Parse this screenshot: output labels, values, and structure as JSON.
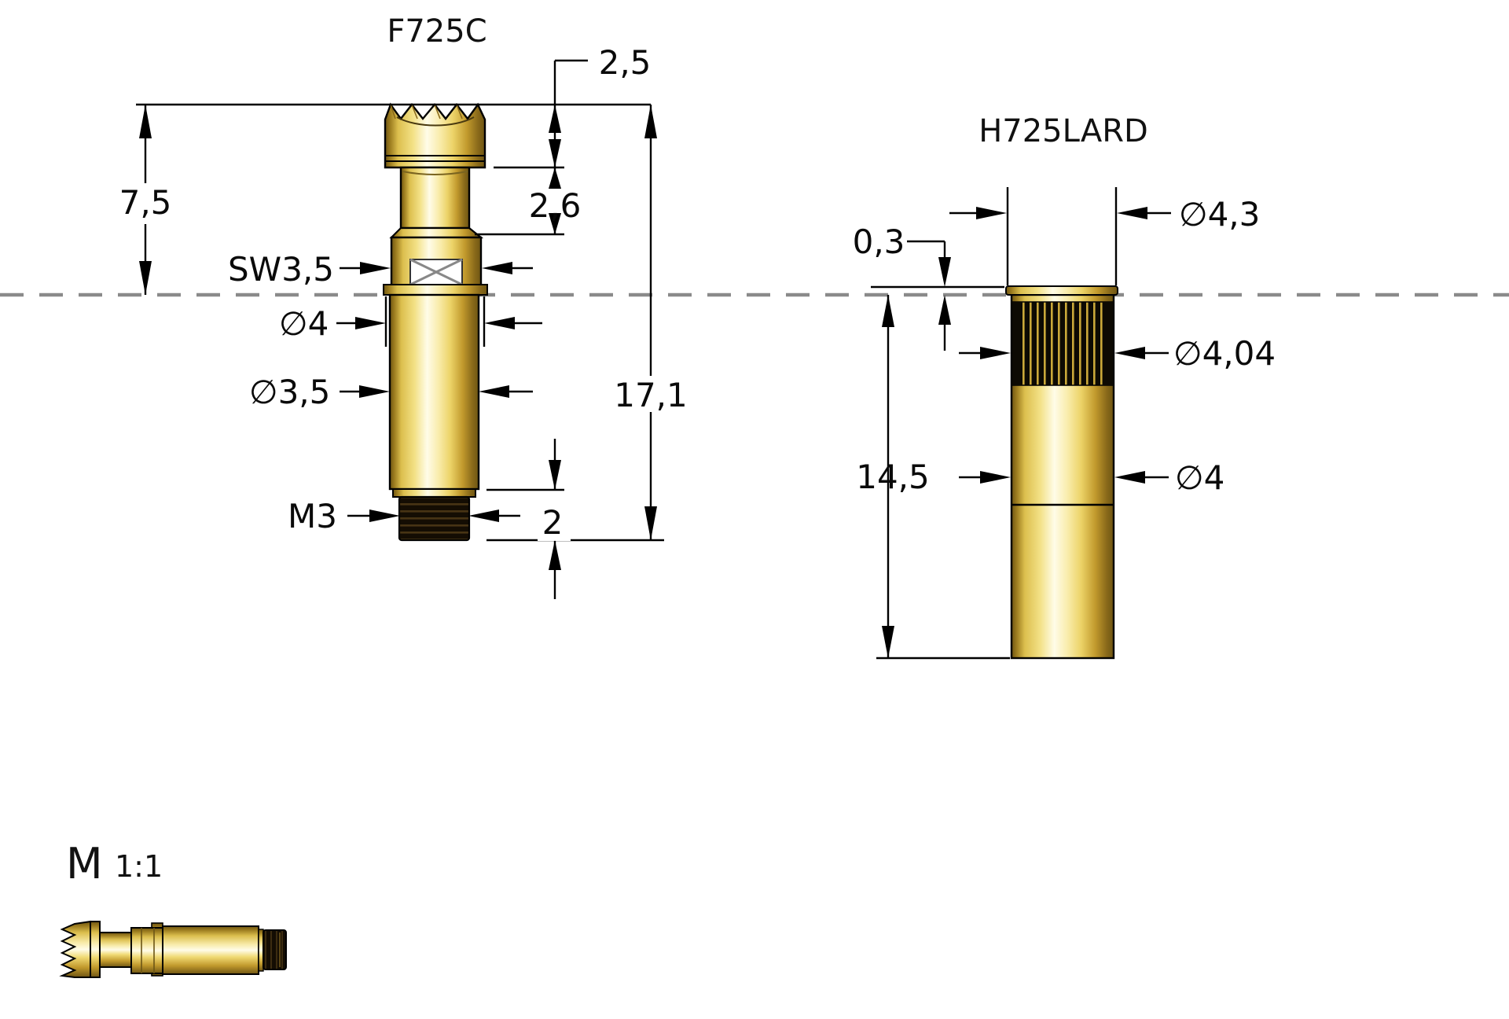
{
  "drawing": {
    "background_color": "#ffffff",
    "outline_color": "#000000",
    "centerline_color": "#8a8a8a",
    "gold_light": "#fffce8",
    "gold_mid": "#ecd368",
    "gold_dark": "#6e5513",
    "thread_color": "#140d03",
    "probe": {
      "title": "F725C",
      "dim_tip_length": "2,5",
      "dim_above_plane": "7,5",
      "dim_neck_length": "2,6",
      "dim_hex_wrench": "SW3,5",
      "dim_flange_dia": "∅4",
      "dim_barrel_dia": "∅3,5",
      "dim_total_length": "17,1",
      "dim_thread": "M3",
      "dim_thread_length": "2"
    },
    "receptacle": {
      "title": "H725LARD",
      "dim_flange_height": "0,3",
      "dim_flange_dia": "∅4,3",
      "dim_knurl_dia": "∅4,04",
      "dim_body_dia": "∅4",
      "dim_length": "14,5"
    },
    "scale_view": {
      "label": "M",
      "ratio": "1:1"
    }
  }
}
